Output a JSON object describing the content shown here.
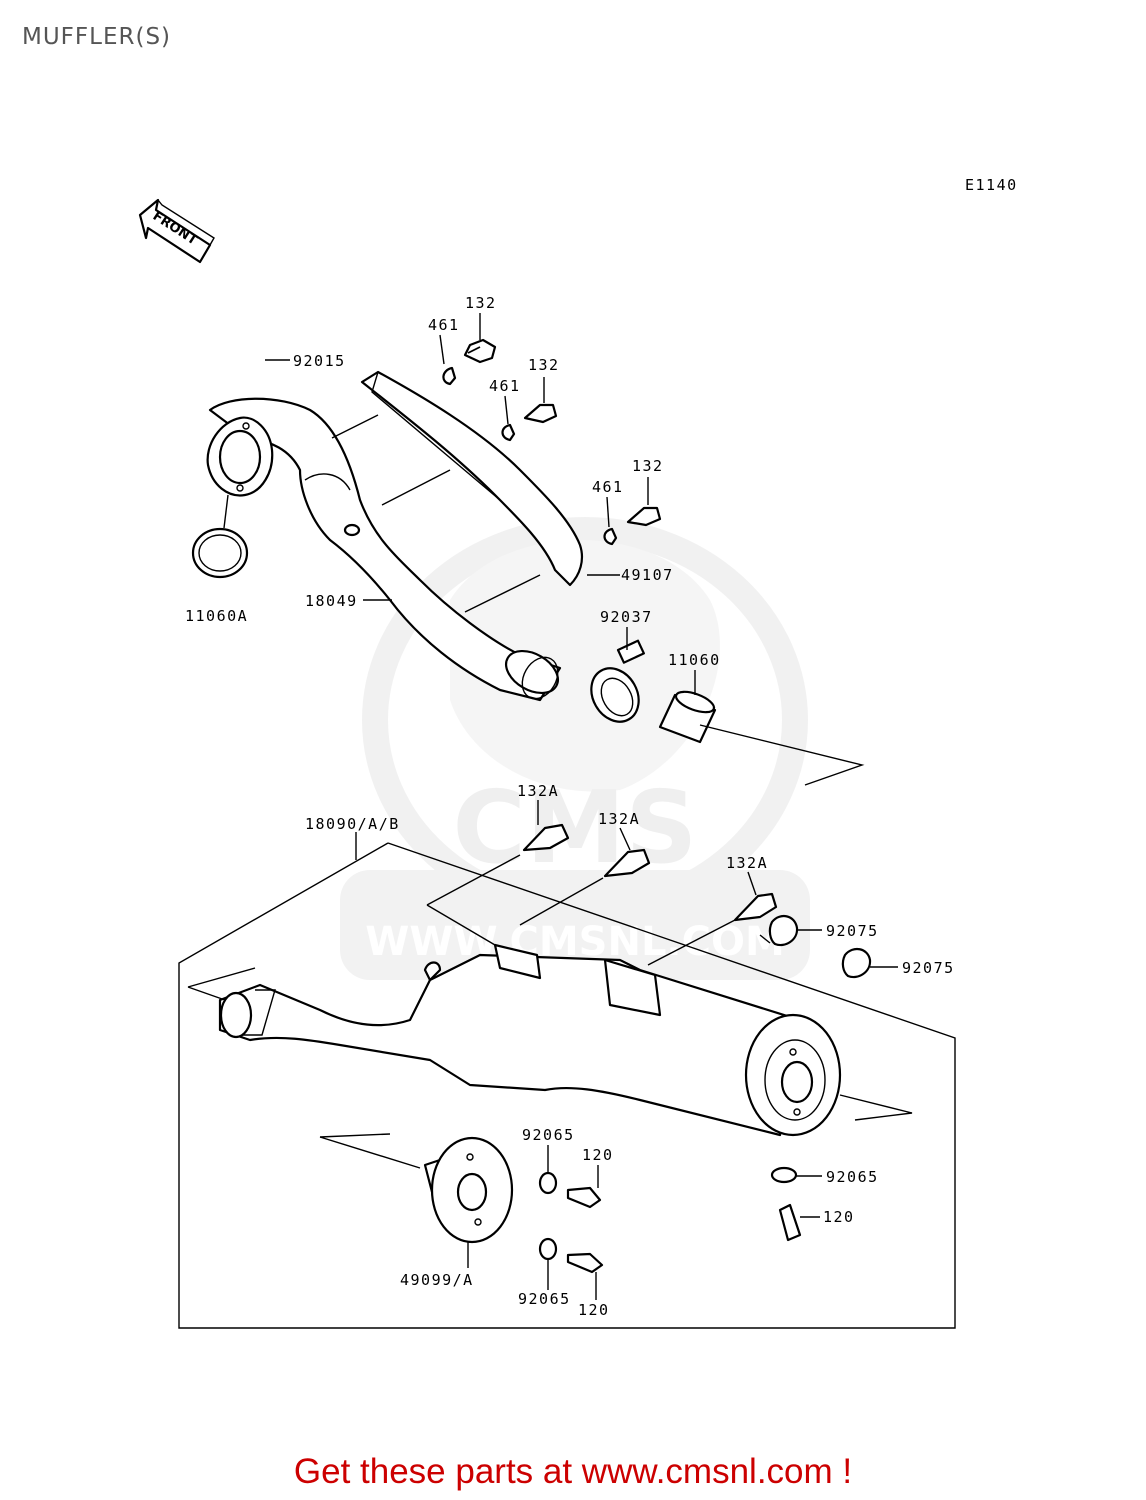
{
  "title": "MUFFLER(S)",
  "diagram_code": "E1140",
  "front_label": "FRONT",
  "watermark": {
    "brand": "CMS",
    "url": "WWW.CMSNL.COM"
  },
  "promo": "Get these parts at www.cmsnl.com !",
  "colors": {
    "promo": "#cc0000",
    "title": "#555555",
    "watermark": "#e4e4e4"
  },
  "parts": {
    "p92015": "92015",
    "p461_a": "461",
    "p132_a": "132",
    "p132_b": "132",
    "p461_b": "461",
    "p132_c": "132",
    "p461_c": "461",
    "p49107": "49107",
    "p11060A": "11060A",
    "p18049": "18049",
    "p92037": "92037",
    "p11060": "11060",
    "p132A_a": "132A",
    "p18090": "18090/A/B",
    "p132A_b": "132A",
    "p132A_c": "132A",
    "p92075_a": "92075",
    "p92075_b": "92075",
    "p92065_a": "92065",
    "p120_a": "120",
    "p92065_b": "92065",
    "p120_b": "120",
    "p49099": "49099/A",
    "p92065_c": "92065",
    "p120_c": "120"
  }
}
